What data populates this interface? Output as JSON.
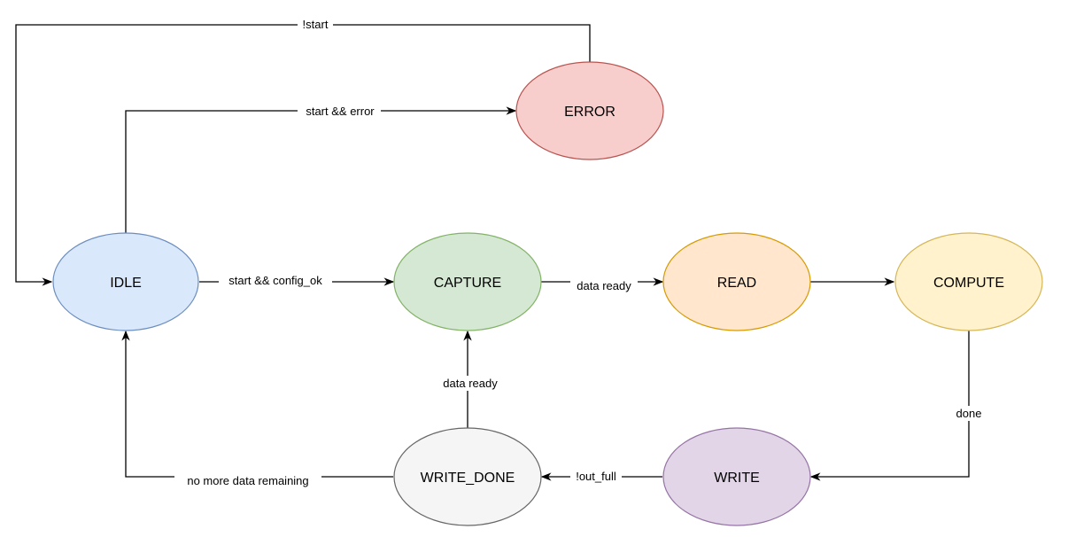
{
  "states": {
    "idle": {
      "label": "IDLE",
      "fill": "#dae8fc",
      "stroke": "#6c8ebf"
    },
    "capture": {
      "label": "CAPTURE",
      "fill": "#d5e8d4",
      "stroke": "#82b366"
    },
    "read": {
      "label": "READ",
      "fill": "#ffe6cc",
      "stroke": "#d79b00"
    },
    "compute": {
      "label": "COMPUTE",
      "fill": "#fff2cc",
      "stroke": "#d6b656"
    },
    "write": {
      "label": "WRITE",
      "fill": "#e1d5e7",
      "stroke": "#9673a6"
    },
    "write_done": {
      "label": "WRITE_DONE",
      "fill": "#f5f5f5",
      "stroke": "#666666"
    },
    "error": {
      "label": "ERROR",
      "fill": "#f8cecc",
      "stroke": "#b85450"
    }
  },
  "transitions": {
    "error_to_idle": "!start",
    "idle_to_error": "start && error",
    "idle_to_capture": "start && config_ok",
    "capture_to_read": "data ready",
    "compute_to_write": "done",
    "write_to_write_done": "!out_full",
    "write_done_to_capture": "data ready",
    "write_done_to_idle": "no more data remaining"
  }
}
